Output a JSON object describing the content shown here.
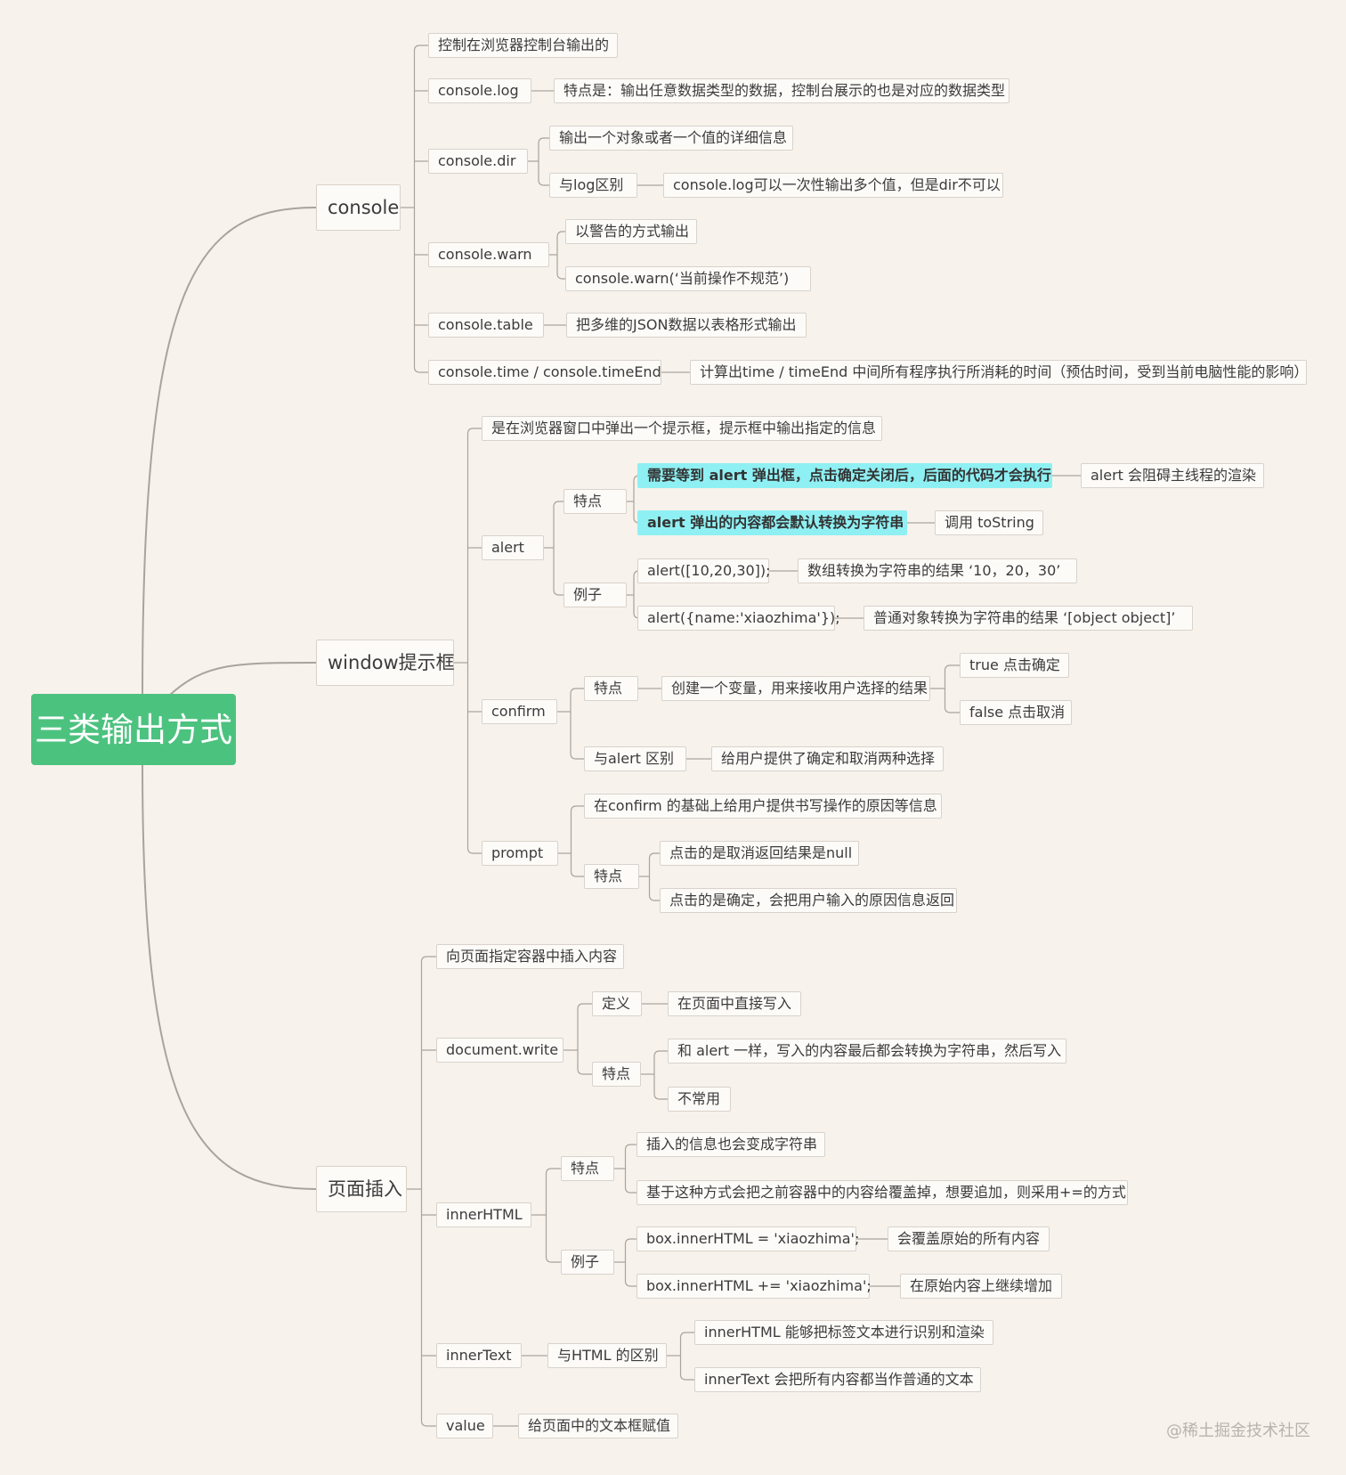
{
  "root": "三类输出方式",
  "watermark": "@稀土掘金技术社区",
  "colors": {
    "root_bg": "#4cc27f",
    "highlight_bg": "#8ff0f3",
    "line": "#aaa39b",
    "background": "#f7f2ec"
  },
  "branches": [
    {
      "label": "console",
      "children": [
        {
          "label": "控制在浏览器控制台输出的"
        },
        {
          "label": "console.log",
          "children": [
            {
              "label": "特点是：输出任意数据类型的数据，控制台展示的也是对应的数据类型"
            }
          ]
        },
        {
          "label": "console.dir",
          "children": [
            {
              "label": "输出一个对象或者一个值的详细信息"
            },
            {
              "label": "与log区别",
              "children": [
                {
                  "label": "console.log可以一次性输出多个值，但是dir不可以"
                }
              ]
            }
          ]
        },
        {
          "label": "console.warn",
          "children": [
            {
              "label": "以警告的方式输出"
            },
            {
              "label": "console.warn(‘当前操作不规范’)"
            }
          ]
        },
        {
          "label": "console.table",
          "children": [
            {
              "label": "把多维的JSON数据以表格形式输出"
            }
          ]
        },
        {
          "label": "console.time / console.timeEnd",
          "children": [
            {
              "label": "计算出time / timeEnd 中间所有程序执行所消耗的时间（预估时间，受到当前电脑性能的影响）"
            }
          ]
        }
      ]
    },
    {
      "label": "window提示框",
      "children": [
        {
          "label": "是在浏览器窗口中弹出一个提示框，提示框中输出指定的信息"
        },
        {
          "label": "alert",
          "children": [
            {
              "label": "特点",
              "children": [
                {
                  "label": "需要等到 alert 弹出框，点击确定关闭后，后面的代码才会执行",
                  "highlight": true,
                  "children": [
                    {
                      "label": "alert 会阻碍主线程的渲染"
                    }
                  ]
                },
                {
                  "label": "alert 弹出的内容都会默认转换为字符串",
                  "highlight": true,
                  "children": [
                    {
                      "label": "调用 toString"
                    }
                  ]
                }
              ]
            },
            {
              "label": "例子",
              "children": [
                {
                  "label": "alert([10,20,30]);",
                  "children": [
                    {
                      "label": "数组转换为字符串的结果 ‘10，20，30’"
                    }
                  ]
                },
                {
                  "label": "alert({name:'xiaozhima'});",
                  "children": [
                    {
                      "label": "普通对象转换为字符串的结果 ‘[object object]’"
                    }
                  ]
                }
              ]
            }
          ]
        },
        {
          "label": "confirm",
          "children": [
            {
              "label": "特点",
              "children": [
                {
                  "label": "创建一个变量，用来接收用户选择的结果",
                  "children": [
                    {
                      "label": "true 点击确定"
                    },
                    {
                      "label": "false 点击取消"
                    }
                  ]
                }
              ]
            },
            {
              "label": "与alert 区别",
              "children": [
                {
                  "label": "给用户提供了确定和取消两种选择"
                }
              ]
            }
          ]
        },
        {
          "label": "prompt",
          "children": [
            {
              "label": "在confirm 的基础上给用户提供书写操作的原因等信息"
            },
            {
              "label": "特点",
              "children": [
                {
                  "label": "点击的是取消返回结果是null"
                },
                {
                  "label": "点击的是确定，会把用户输入的原因信息返回"
                }
              ]
            }
          ]
        }
      ]
    },
    {
      "label": "页面插入",
      "children": [
        {
          "label": "向页面指定容器中插入内容"
        },
        {
          "label": "document.write",
          "children": [
            {
              "label": "定义",
              "children": [
                {
                  "label": "在页面中直接写入"
                }
              ]
            },
            {
              "label": "特点",
              "children": [
                {
                  "label": "和 alert 一样，写入的内容最后都会转换为字符串，然后写入"
                },
                {
                  "label": "不常用"
                }
              ]
            }
          ]
        },
        {
          "label": "innerHTML",
          "children": [
            {
              "label": "特点",
              "children": [
                {
                  "label": "插入的信息也会变成字符串"
                },
                {
                  "label": "基于这种方式会把之前容器中的内容给覆盖掉，想要追加，则采用+=的方式"
                }
              ]
            },
            {
              "label": "例子",
              "children": [
                {
                  "label": "box.innerHTML = 'xiaozhima';",
                  "children": [
                    {
                      "label": "会覆盖原始的所有内容"
                    }
                  ]
                },
                {
                  "label": "box.innerHTML += 'xiaozhima';",
                  "children": [
                    {
                      "label": "在原始内容上继续增加"
                    }
                  ]
                }
              ]
            }
          ]
        },
        {
          "label": "innerText",
          "children": [
            {
              "label": "与HTML 的区别",
              "children": [
                {
                  "label": "innerHTML 能够把标签文本进行识别和渲染"
                },
                {
                  "label": "innerText 会把所有内容都当作普通的文本"
                }
              ]
            }
          ]
        },
        {
          "label": "value",
          "children": [
            {
              "label": "给页面中的文本框赋值"
            }
          ]
        }
      ]
    }
  ]
}
